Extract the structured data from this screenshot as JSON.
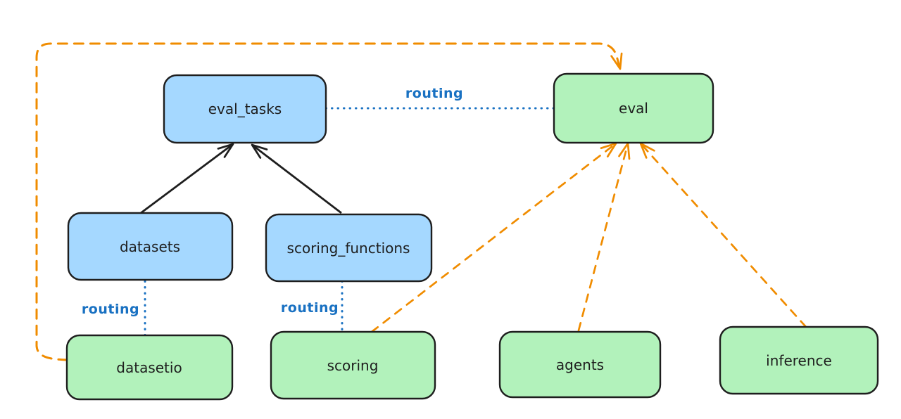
{
  "diagram": {
    "colors": {
      "background": "#ffffff",
      "node_stroke": "#1e1e1e",
      "blue_fill": "#a5d8ff",
      "green_fill": "#b2f2bb",
      "routing_blue": "#1971c2",
      "provider_orange": "#f08c00",
      "arrow_black": "#1e1e1e"
    },
    "nodes": {
      "eval_tasks": {
        "label": "eval_tasks",
        "fill": "#a5d8ff"
      },
      "eval": {
        "label": "eval",
        "fill": "#b2f2bb"
      },
      "datasets": {
        "label": "datasets",
        "fill": "#a5d8ff"
      },
      "scoring_functions": {
        "label": "scoring_functions",
        "fill": "#a5d8ff"
      },
      "datasetio": {
        "label": "datasetio",
        "fill": "#b2f2bb"
      },
      "scoring": {
        "label": "scoring",
        "fill": "#b2f2bb"
      },
      "agents": {
        "label": "agents",
        "fill": "#b2f2bb"
      },
      "inference": {
        "label": "inference",
        "fill": "#b2f2bb"
      }
    },
    "edges": [
      {
        "from": "datasets",
        "to": "eval_tasks",
        "style": "solid",
        "label": "",
        "color": "#1e1e1e"
      },
      {
        "from": "scoring_functions",
        "to": "eval_tasks",
        "style": "solid",
        "label": "",
        "color": "#1e1e1e"
      },
      {
        "from": "eval_tasks",
        "to": "eval",
        "style": "dotted",
        "label": "routing",
        "color": "#1971c2"
      },
      {
        "from": "datasets",
        "to": "datasetio",
        "style": "dotted",
        "label": "routing",
        "color": "#1971c2"
      },
      {
        "from": "scoring_functions",
        "to": "scoring",
        "style": "dotted",
        "label": "routing",
        "color": "#1971c2"
      },
      {
        "from": "scoring",
        "to": "eval",
        "style": "dashed",
        "label": "",
        "color": "#f08c00"
      },
      {
        "from": "agents",
        "to": "eval",
        "style": "dashed",
        "label": "",
        "color": "#f08c00"
      },
      {
        "from": "inference",
        "to": "eval",
        "style": "dashed",
        "label": "",
        "color": "#f08c00"
      },
      {
        "from": "datasetio",
        "to": "eval",
        "style": "dashed",
        "label": "",
        "color": "#f08c00"
      }
    ]
  }
}
